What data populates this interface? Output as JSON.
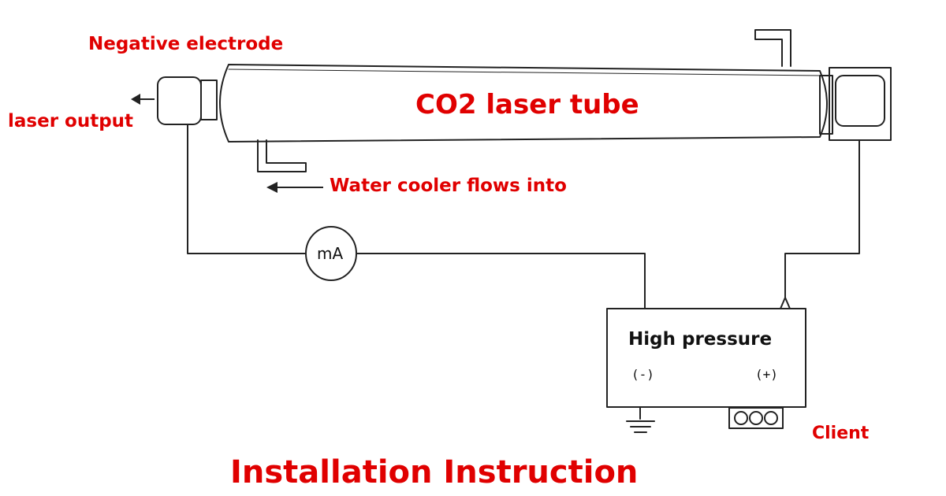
{
  "labels": {
    "negative_electrode": "Negative electrode",
    "laser_output": "laser output",
    "tube": "CO2 laser tube",
    "water_cooler": "Water cooler flows into",
    "meter": "mA",
    "power_supply": "High pressure",
    "terminal_negative": "(-)",
    "terminal_positive": "(+)",
    "client": "Client",
    "title": "Installation Instruction"
  },
  "colors": {
    "label_red": "#e00000",
    "line": "#222222",
    "background": "#ffffff"
  },
  "icons": {
    "ground": "ground-symbol-icon",
    "connector": "three-pin-connector-icon",
    "arrow": "left-arrow-icon"
  }
}
